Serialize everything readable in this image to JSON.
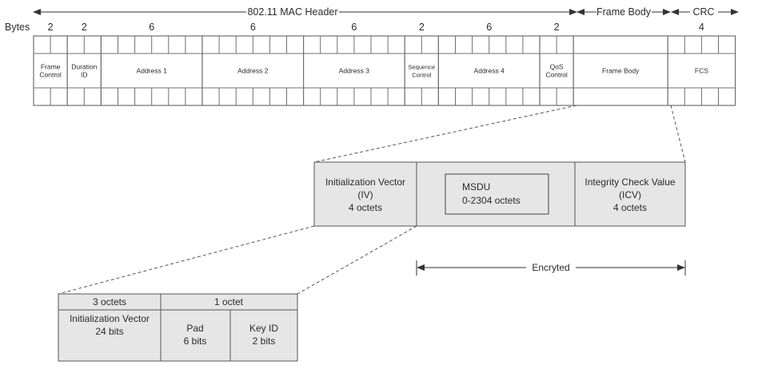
{
  "header_ruler": {
    "mac_header_label": "802.11 MAC Header",
    "frame_body_label": "Frame Body",
    "crc_label": "CRC",
    "bytes_label": "Bytes"
  },
  "mac_fields": [
    {
      "name": "Frame Control",
      "lines": [
        "Frame",
        "Control"
      ],
      "bytes": 2,
      "bytes_label": "2"
    },
    {
      "name": "Duration ID",
      "lines": [
        "Duration",
        "ID"
      ],
      "bytes": 2,
      "bytes_label": "2"
    },
    {
      "name": "Address 1",
      "lines": [
        "Address 1"
      ],
      "bytes": 6,
      "bytes_label": "6"
    },
    {
      "name": "Address 2",
      "lines": [
        "Address 2"
      ],
      "bytes": 6,
      "bytes_label": "6"
    },
    {
      "name": "Address 3",
      "lines": [
        "Address 3"
      ],
      "bytes": 6,
      "bytes_label": "6"
    },
    {
      "name": "Sequence Control",
      "lines": [
        "Sequence",
        "Control"
      ],
      "bytes": 2,
      "bytes_label": "2"
    },
    {
      "name": "Address 4",
      "lines": [
        "Address 4"
      ],
      "bytes": 6,
      "bytes_label": "6"
    },
    {
      "name": "QoS Control",
      "lines": [
        "QoS",
        "Control"
      ],
      "bytes": 2,
      "bytes_label": "2"
    },
    {
      "name": "Frame Body",
      "lines": [
        "Frame Body"
      ],
      "bytes": null,
      "bytes_label": ""
    },
    {
      "name": "FCS",
      "lines": [
        "FCS"
      ],
      "bytes": 4,
      "bytes_label": "4"
    }
  ],
  "frame_body_expansion": {
    "iv": {
      "lines": [
        "Initialization Vector",
        "(IV)",
        "4 octets"
      ]
    },
    "msdu": {
      "lines": [
        "MSDU",
        "0-2304 octets"
      ]
    },
    "icv": {
      "lines": [
        "Integrity Check Value",
        "(ICV)",
        "4 octets"
      ]
    },
    "encrypted_label": "Encryted"
  },
  "iv_expansion": {
    "header": [
      "3 octets",
      "1 octet"
    ],
    "iv_field": {
      "lines": [
        "Initialization Vector",
        "24 bits"
      ]
    },
    "pad_field": {
      "lines": [
        "Pad",
        "6 bits"
      ]
    },
    "keyid_field": {
      "lines": [
        "Key ID",
        "2 bits"
      ]
    }
  },
  "colors": {
    "line": "#555555",
    "text": "#2b2b2b",
    "box_fill": "#e6e6e6",
    "grid": "#707070"
  }
}
